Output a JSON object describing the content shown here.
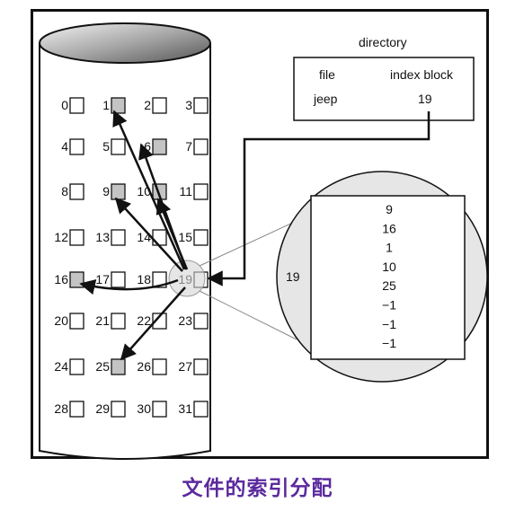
{
  "directory": {
    "title": "directory",
    "col_file": "file",
    "col_index": "index block",
    "row_file": "jeep",
    "row_index": "19"
  },
  "blocks": [
    "0",
    "1",
    "2",
    "3",
    "4",
    "5",
    "6",
    "7",
    "8",
    "9",
    "10",
    "11",
    "12",
    "13",
    "14",
    "15",
    "16",
    "17",
    "18",
    "19",
    "20",
    "21",
    "22",
    "23",
    "24",
    "25",
    "26",
    "27",
    "28",
    "29",
    "30",
    "31"
  ],
  "used_blocks": [
    1,
    6,
    9,
    10,
    16,
    25
  ],
  "index_block": {
    "label": "19",
    "entries": [
      "9",
      "16",
      "1",
      "10",
      "25",
      "−1",
      "−1",
      "−1"
    ]
  },
  "caption": "文件的索引分配",
  "colors": {
    "used_fill": "#c4c4c4",
    "magnifier_fill": "#e6e6e6",
    "caption": "#5b2a9e"
  }
}
